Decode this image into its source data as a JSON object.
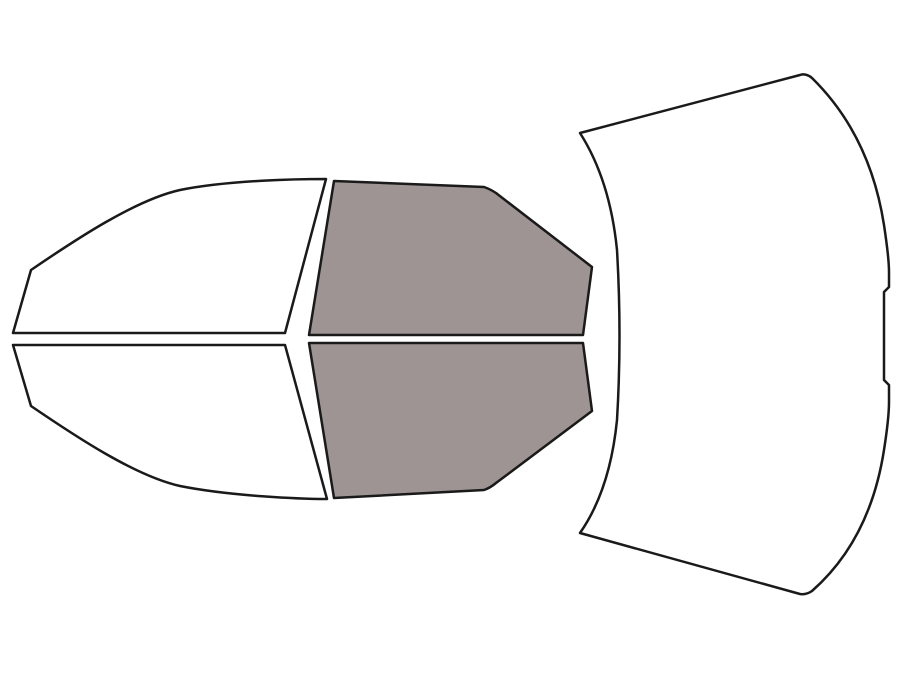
{
  "diagram": {
    "colors": {
      "outline": "#1a1a1a",
      "background": "#ffffff",
      "clear": "#ffffff",
      "tinted": "#9e9494"
    },
    "panels": [
      {
        "id": "front-driver-window",
        "state": "clear"
      },
      {
        "id": "front-passenger-window",
        "state": "clear"
      },
      {
        "id": "rear-driver-window",
        "state": "tinted"
      },
      {
        "id": "rear-passenger-window",
        "state": "tinted"
      },
      {
        "id": "rear-windshield",
        "state": "clear"
      }
    ]
  }
}
